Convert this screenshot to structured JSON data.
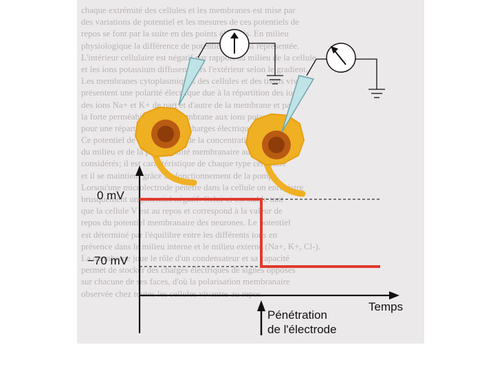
{
  "labels": {
    "zero_mv": "0 mV",
    "minus70_mv": "−70 mV",
    "time_axis": "Temps",
    "annotation_line1": "Pénétration",
    "annotation_line2": "de l'électrode"
  },
  "background_text": [
    "chaque extrémité des cellules et les membranes est mise par",
    "des variations de potentiel et les mesures de ces potentiels de",
    "repos se font par la suite en des points éloignés. En milieu",
    "physiologique la différence de potentiel est ainsi représentée.",
    "L'intérieur cellulaire est négatif par rapport au milieu de la cellule",
    "et les ions potassium diffusent vers l'extérieur selon le gradient.",
    "Les membranes cytoplasmiques des cellules et des tissus vivants",
    "présentent une polarité électrique due à la répartition des ions.",
    "des ions Na+ et K+ de part et d'autre de la membrane et par",
    "la forte perméabilité de la membrane aux ions potassium",
    "pour une répartition lente des charges électriques.",
    "Ce potentiel de repos dépend de la concentration ionique",
    "du milieu et de la perméabilité membranaire aux ions",
    "considérés; il est caractéristique de chaque type cellulaire",
    "et il se maintient grâce au fonctionnement de la pompe.",
    "Lorsqu'une microlectrode pénètre dans la cellule on enregistre",
    "brusquement un potentiel négatif. Celui-ci est stable tant",
    "que la cellule V est au repos et correspond à la valeur de",
    "repos du potentiel membranaire des neurones. Le potentiel",
    "est déterminé par l'équilibre entre les différents ions en",
    "présence dans le milieu interne et le milieu externe (Na+, K+, Cl-).",
    "La membrane joue le rôle d'un condensateur et sa capacité",
    "permet de stocker des charges électriques de signes opposés",
    "sur chacune de ses faces, d'où la polarisation membranaire",
    "observée chez toutes les cellules vivantes au repos."
  ],
  "chart_data": {
    "type": "line",
    "x": [
      0,
      1,
      1,
      2
    ],
    "y": [
      0,
      0,
      -70,
      -70
    ],
    "y_ticks": [
      "0 mV",
      "−70 mV"
    ],
    "xlabel": "Temps",
    "annotation": "Pénétration de l'électrode",
    "colors": {
      "trace": "#e03a2e"
    }
  },
  "colors": {
    "cell_body": "#f0b024",
    "cell_outline": "#e4a010",
    "nucleus": "#b85a12",
    "nucleus_core": "#8e3c0a",
    "electrode": "#bfe3e6",
    "electrode_edge": "#6fa6ab",
    "trace": "#e03a2e",
    "axis": "#111111"
  },
  "icons": [
    "voltmeter-up-icon",
    "voltmeter-deflected-icon",
    "ground-icon"
  ]
}
